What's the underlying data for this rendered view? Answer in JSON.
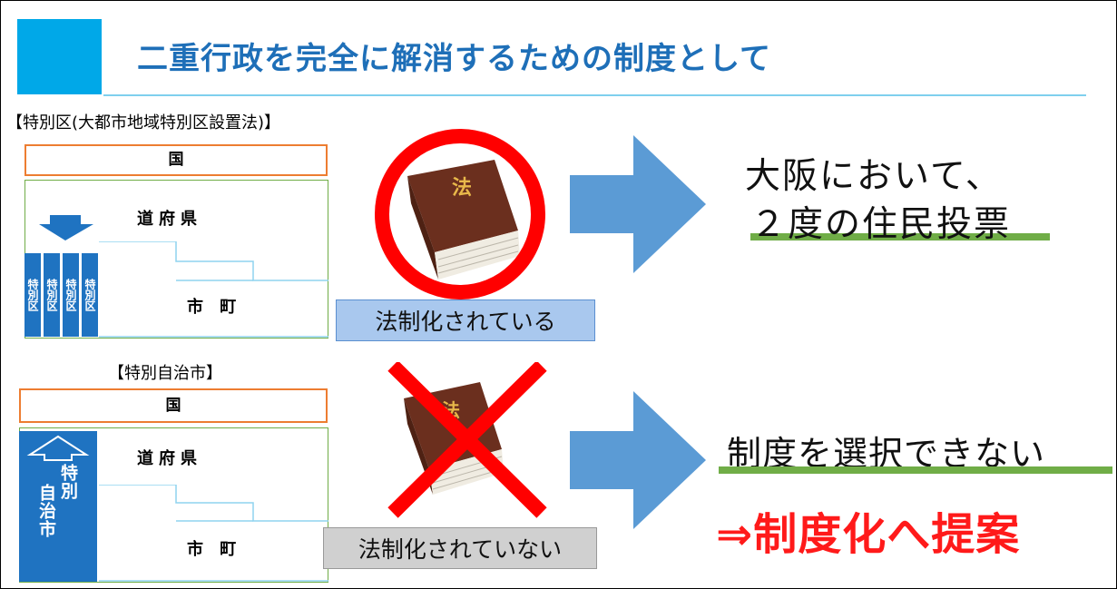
{
  "title": "二重行政を完全に解消するための制度として",
  "top_section": {
    "heading": "【特別区(大都市地域特別区設置法)】",
    "kuni": "国",
    "prefecture": "道府県",
    "municipality": "市 町",
    "ward_labels": [
      "特別区",
      "特別区",
      "特別区",
      "特別区"
    ],
    "tag": "法制化されている",
    "result_line1": "大阪において、",
    "result_line2": "２度の住民投票"
  },
  "bottom_section": {
    "heading": "【特別自治市】",
    "kuni": "国",
    "prefecture": "道府県",
    "municipality": "市 町",
    "special_city": [
      "特別",
      "自治市"
    ],
    "tag": "法制化されていない",
    "result_line1": "制度を選択できない",
    "result_line2": "⇒制度化へ提案"
  },
  "book_label": "法",
  "colors": {
    "title": "#1e6fb8",
    "accent_block": "#00a8e8",
    "arrow": "#5b9bd5",
    "red": "#ff1a1a",
    "green": "#70ad47",
    "orange_border": "#ed7d31",
    "blue_ward": "#1f73c1"
  },
  "icons": {
    "circle": "red-circle-icon",
    "cross": "red-x-icon",
    "book": "law-book-icon"
  }
}
